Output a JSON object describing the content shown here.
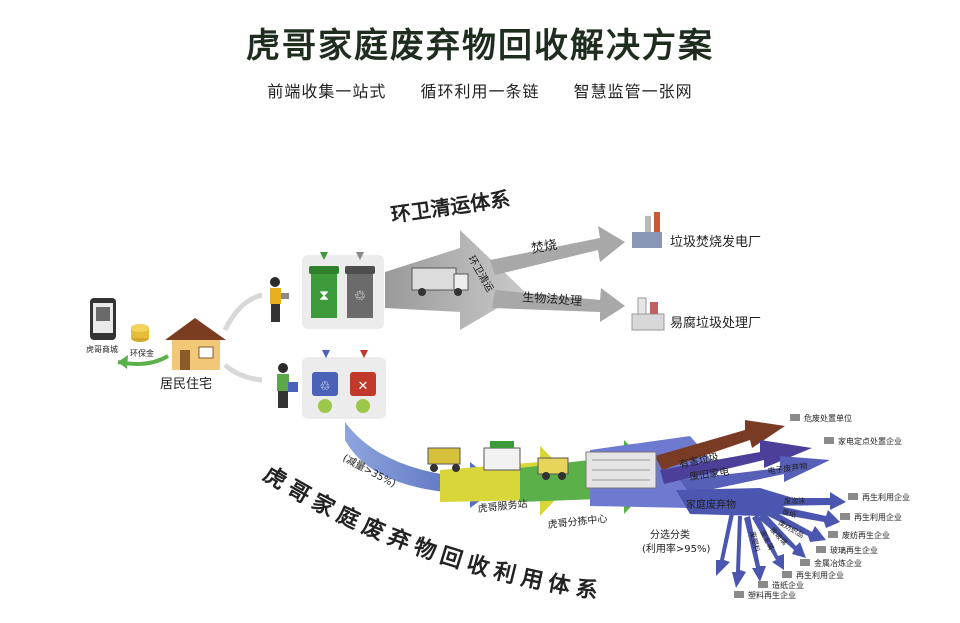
{
  "title": "虎哥家庭废弃物回收解决方案",
  "subtitles": [
    "前端收集一站式",
    "循环利用一条链",
    "智慧监管一张网"
  ],
  "left": {
    "phone_label": "虎哥商城",
    "coin_label": "环保金",
    "house_label": "居民住宅"
  },
  "sanitation": {
    "system_title": "环卫清运体系",
    "truck_label": "环卫清运",
    "branch_burn": "焚烧",
    "branch_bio": "生物法处理",
    "dest_burn": "垃圾焚烧发电厂",
    "dest_bio": "易腐垃圾处理厂"
  },
  "recycling": {
    "system_title": "虎哥家庭废弃物回收利用体系",
    "reduce": "(减量>35%)",
    "station": "虎哥服务站",
    "center": "虎哥分拣中心",
    "sort": "分选分类",
    "sort_rate": "(利用率>95%)",
    "hazard_arrow": "有害垃圾",
    "appliance_arrow": "废旧家电",
    "household_arrow": "家庭废弃物",
    "ewaste_arrow": "电子废弃物",
    "fan_arrows": [
      "废泡沫",
      "废纸",
      "废纺织品",
      "废玻璃",
      "废金属",
      "废塑料"
    ],
    "destinations": [
      "危废处置单位",
      "家电定点处置企业",
      "再生利用企业",
      "再生利用企业",
      "废纺再生企业",
      "玻璃再生企业",
      "金属冶炼企业",
      "再生利用企业",
      "造纸企业",
      "塑料再生企业"
    ]
  },
  "colors": {
    "green_bin": "#3d9a3a",
    "gray_bin": "#6b6b6b",
    "blue_arrow": "#4a63b8",
    "yellow_arrow": "#d9d63a",
    "green_arrow": "#5bb04a",
    "brown_arrow": "#7a3b24",
    "purple_arrow": "#4b3f9a",
    "title_text": "#1f2d1f"
  }
}
